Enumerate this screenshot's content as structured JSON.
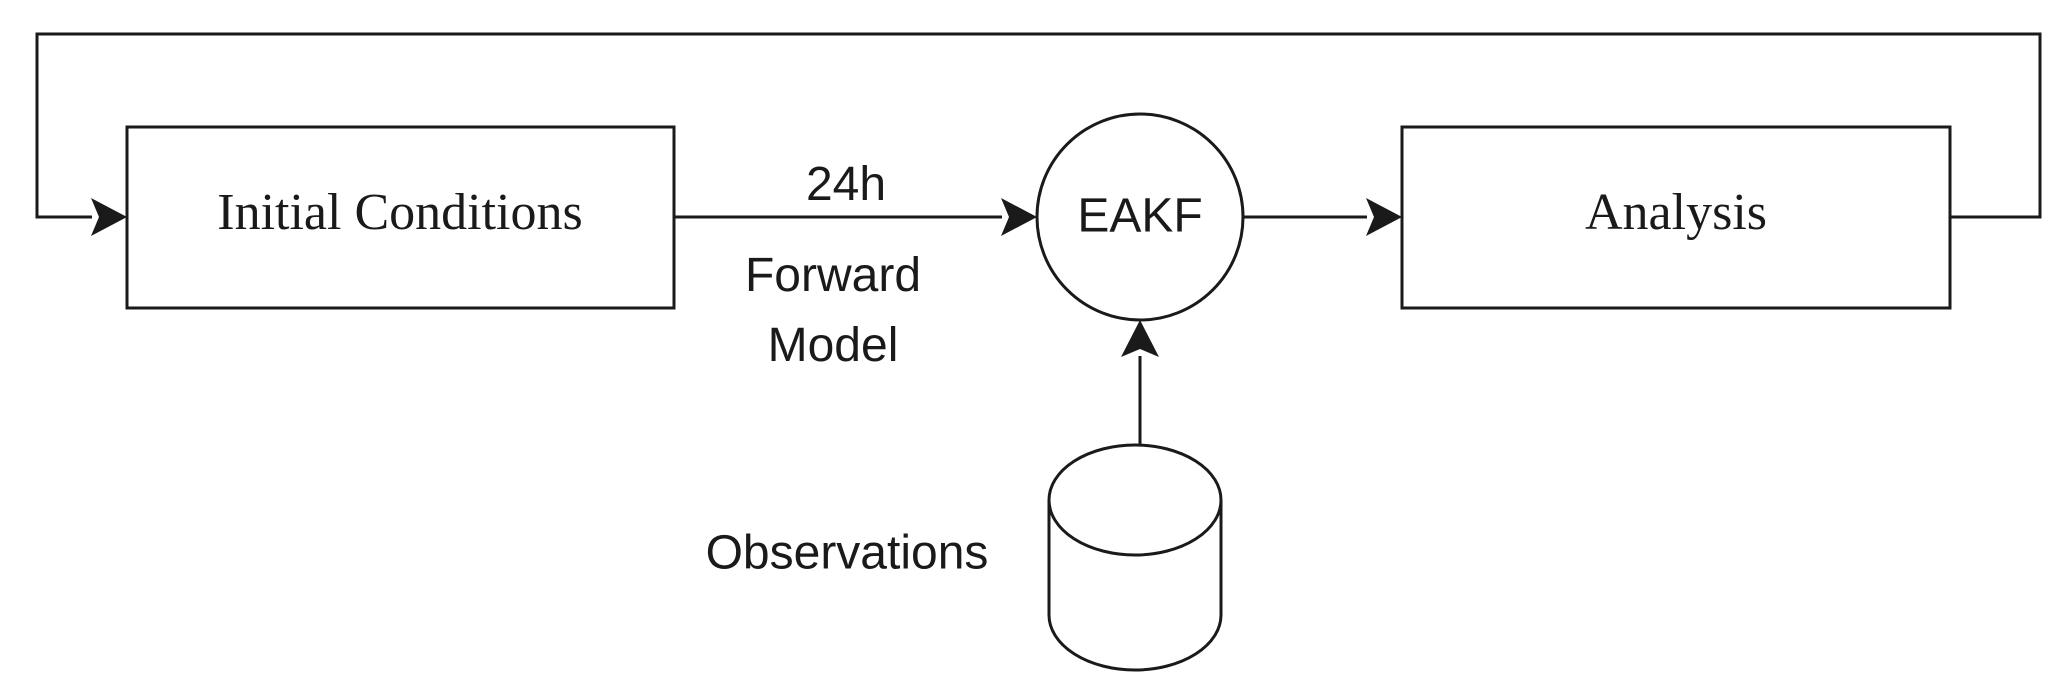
{
  "nodes": {
    "initial_conditions": "Initial Conditions",
    "eakf": "EAKF",
    "analysis": "Analysis",
    "observations": "Observations"
  },
  "edge_labels": {
    "duration": "24h",
    "forward_line1": "Forward",
    "forward_line2": "Model"
  }
}
